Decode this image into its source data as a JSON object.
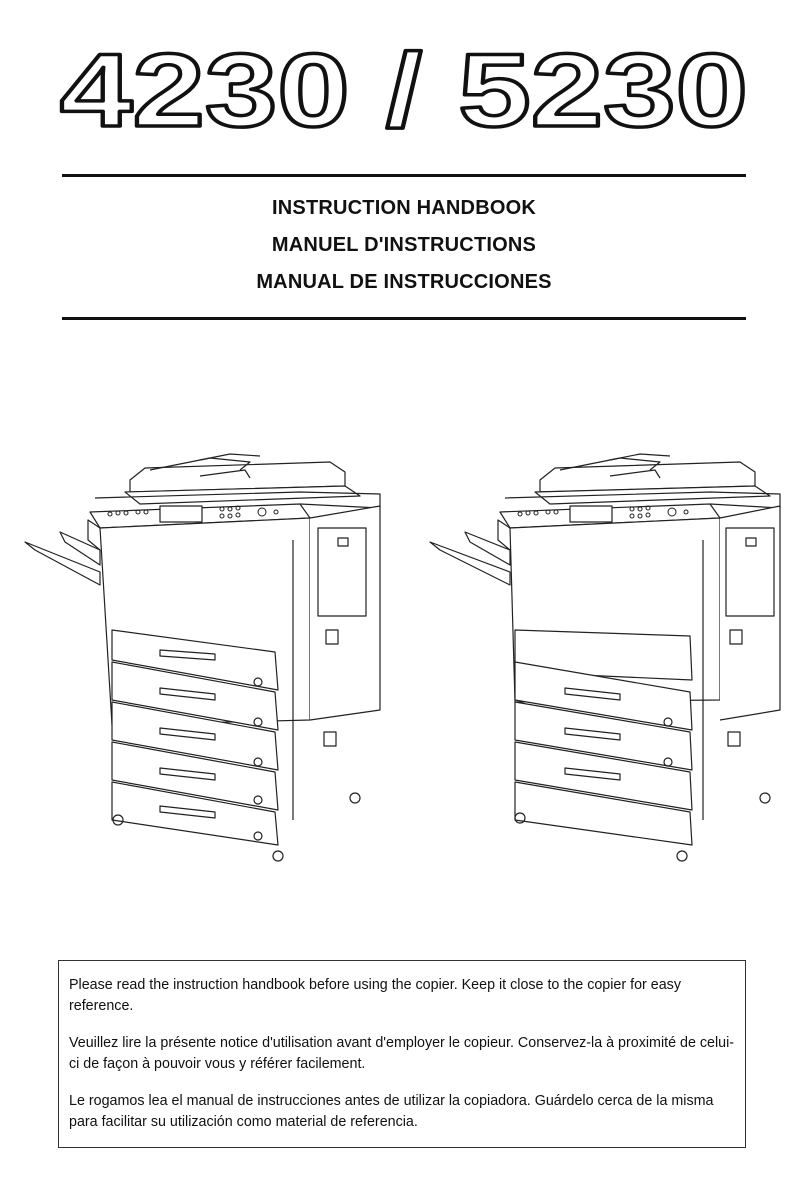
{
  "header": {
    "model_title": "4230 / 5230"
  },
  "subtitles": [
    "INSTRUCTION HANDBOOK",
    "MANUEL D'INSTRUCTIONS",
    "MANUAL DE INSTRUCCIONES"
  ],
  "illustration": {
    "left_copier": "copier-with-four-drawers-icon",
    "right_copier": "copier-with-large-capacity-tray-icon"
  },
  "notice": {
    "english": "Please read the instruction handbook before using the copier. Keep it close to the copier for easy reference.",
    "french": "Veuillez lire la présente notice d'utilisation avant d'employer le copieur. Conservez-la à proximité de celui-ci de façon à pouvoir vous y référer facilement.",
    "spanish": "Le rogamos lea el manual de instrucciones antes de utilizar la copiadora. Guárdelo cerca de la misma para facilitar su utilización como material de referencia."
  }
}
